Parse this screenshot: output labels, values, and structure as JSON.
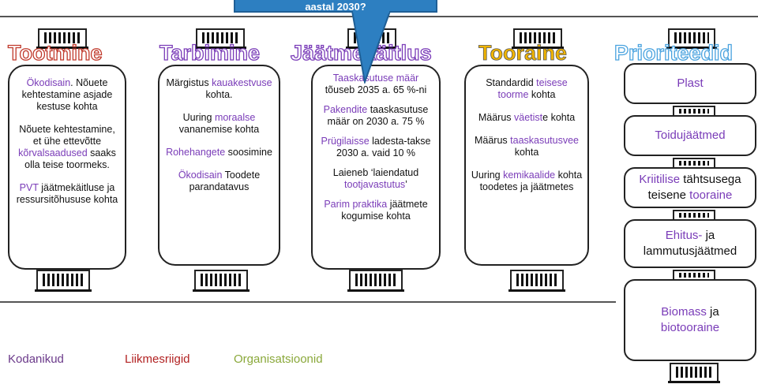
{
  "callout": {
    "text": "aastal 2030?"
  },
  "columns": [
    {
      "title": "Tootmine",
      "items": [
        {
          "hl": "Ökodisain",
          "text": ". Nõuete kehtestamine asjade kestuse kohta"
        },
        {
          "pre": "Nõuete kehtestamine, et ühe ettevõtte ",
          "hl": "kõrvalsaadused",
          "text": " saaks olla teise toormeks."
        },
        {
          "hl": "PVT",
          "text": " jäätmekäitluse ja ressursitõhususe kohta"
        }
      ]
    },
    {
      "title": "Tarbimine",
      "items": [
        {
          "pre": "Märgistus ",
          "hl": "kauakestvuse",
          "text": " kohta."
        },
        {
          "pre": "Uuring ",
          "hl": "moraalse",
          "text": " vananemise kohta"
        },
        {
          "hl": "Rohehangete",
          "text": " soosimine"
        },
        {
          "hl": "Ökodisain",
          "text": " Toodete parandatavus"
        }
      ]
    },
    {
      "title": "Jäätmekäitlus",
      "items": [
        {
          "hl": "Taaskasutuse määr",
          "text": " tõuseb 2035 a. 65 %-ni"
        },
        {
          "hl": "Pakendite",
          "text": " taaskasutuse määr on 2030 a. 75 %"
        },
        {
          "hl": "Prügilaisse",
          "text": " ladesta-takse 2030 a. vaid 10 %"
        },
        {
          "pre": "Laieneb ‘laiendatud ",
          "hl": "tootjavastutus",
          "text": "’"
        },
        {
          "hl": "Parim praktika",
          "text": " jäätmete kogumise kohta"
        }
      ]
    },
    {
      "title": "Tooraine",
      "items": [
        {
          "pre": "Standardid ",
          "hl": "teisese toorme",
          "text": " kohta"
        },
        {
          "pre": "Määrus ",
          "hl": "väetist",
          "text": "e kohta"
        },
        {
          "pre": "Määrus ",
          "hl": "taaskasutusvee",
          "text": " kohta"
        },
        {
          "pre": "Uuring ",
          "hl": "kemikaalide",
          "text": " kohta toodetes ja jäätmetes"
        }
      ]
    },
    {
      "title": "Prioriteedid",
      "items": []
    }
  ],
  "priorities": [
    {
      "hl": "Plast"
    },
    {
      "hl": "Toidujäätmed"
    },
    {
      "hl": "Kriitilise",
      "text": " tähtsusega",
      "text2": "teisene ",
      "hl2": "tooraine"
    },
    {
      "hl": "Ehitus-",
      "text": " ja",
      "text2": "lammutusjäätmed"
    },
    {
      "hl": "Biomass",
      "text": " ja",
      "text2": "biotooraine"
    }
  ],
  "legend": [
    {
      "label": "Kodanikud",
      "color": "#6b3a8a"
    },
    {
      "label": "Liikmesriigid",
      "color": "#b22222"
    },
    {
      "label": "Organisatsioonid",
      "color": "#8aa83a"
    }
  ],
  "colors": {
    "highlight": "#7a3cb8",
    "callout": "#2d7fc1",
    "title_red": "#c0392b",
    "title_purple": "#7a3cb8",
    "title_blue": "#4aa3df",
    "title_gold": "#f0b400"
  }
}
